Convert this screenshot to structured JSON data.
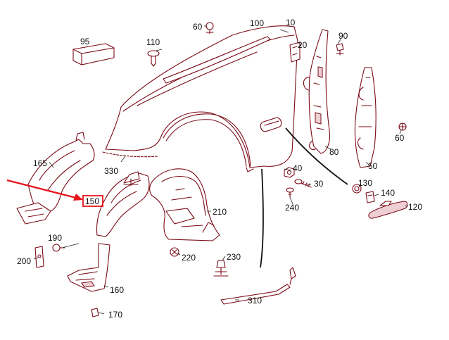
{
  "labels": {
    "p10": "10",
    "p20": "20",
    "p30": "30",
    "p40": "40",
    "p50": "50",
    "p60a": "60",
    "p60b": "60",
    "p80": "80",
    "p90": "90",
    "p95": "95",
    "p100": "100",
    "p110": "110",
    "p120": "120",
    "p130": "130",
    "p140": "140",
    "p150": "150",
    "p160": "160",
    "p165": "165",
    "p170": "170",
    "p190": "190",
    "p200": "200",
    "p210": "210",
    "p220": "220",
    "p230": "230",
    "p240": "240",
    "p310": "310",
    "p330": "330"
  },
  "colors": {
    "arrow": "#e8141c",
    "highlight_box": "#e8141c",
    "part_line": "#7a0a16",
    "part_shade": "#eecfd3",
    "label_text": "#111111"
  }
}
